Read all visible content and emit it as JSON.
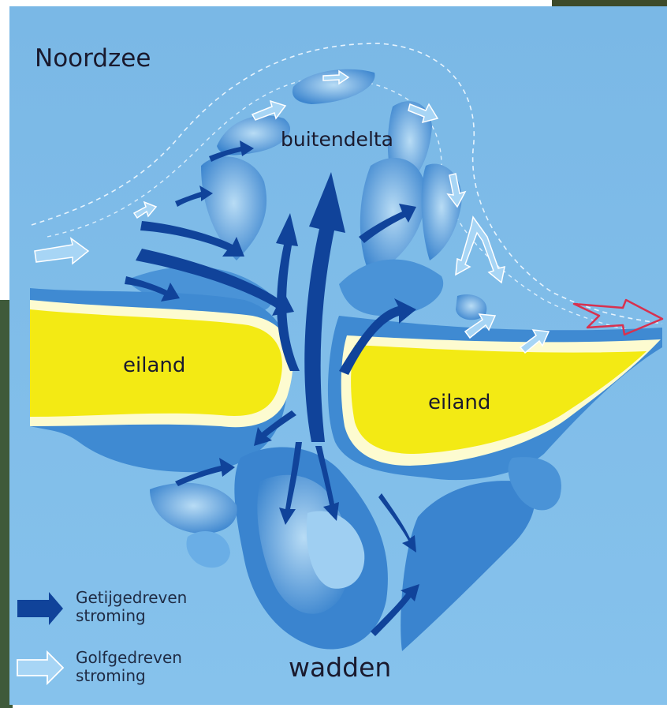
{
  "title": "Noordzee",
  "labels": {
    "outer_delta": "buitendelta",
    "island_left": "eiland",
    "island_right": "eiland",
    "tidal_flats": "wadden"
  },
  "legend": {
    "tide_driven": [
      "Getijgedreven",
      "stroming"
    ],
    "wave_driven": [
      "Golfgedreven",
      "stroming"
    ]
  },
  "colors": {
    "sea": "#7ab8e6",
    "shoal": "#4f97d9",
    "shoal_light": "#b8dcf5",
    "tide_arrow": "#10439a",
    "island": "#f3ea14",
    "beach": "#fdfbd0",
    "wave_arrow_outline": "#ffffff",
    "highlight_arrow": "#d8314f"
  }
}
